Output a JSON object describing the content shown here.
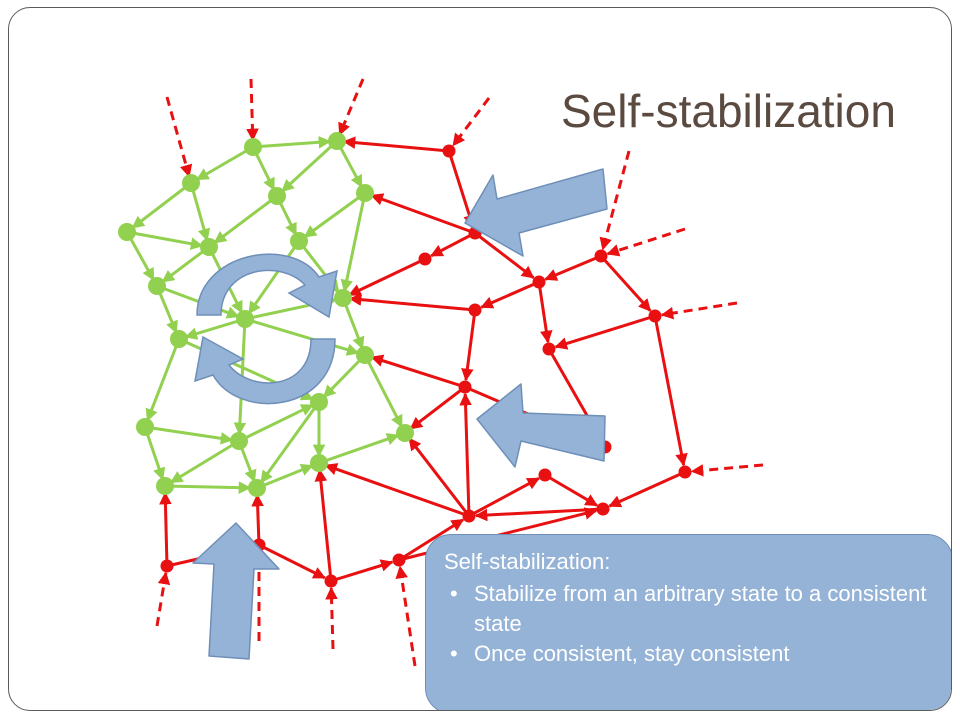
{
  "slide": {
    "title": "Self-stabilization",
    "callout": {
      "heading": "Self-stabilization:",
      "bullets": [
        "Stabilize from an arbitrary state to a consistent state",
        "Once consistent, stay consistent"
      ]
    }
  },
  "colors": {
    "stable_region": "#92d050",
    "faulty_region": "#e81010",
    "arrow_fill": "#95b3d7",
    "arrow_stroke": "#6f8fb8",
    "title": "#5b4a40"
  },
  "icons": [
    "cycle-arrows-icon",
    "block-arrow-icon"
  ]
}
